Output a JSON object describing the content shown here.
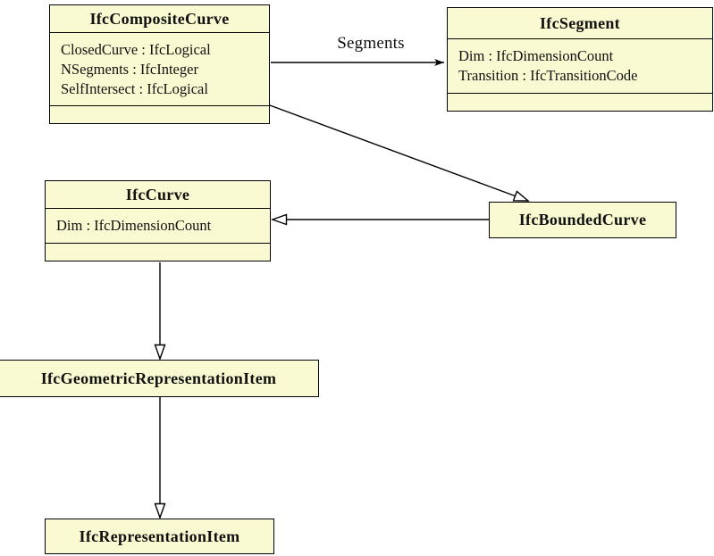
{
  "diagram": {
    "kind": "uml-class-diagram",
    "colors": {
      "node_fill": "#FAFAD2",
      "node_border": "#000000",
      "background": "#FFFFFF",
      "text": "#111111"
    },
    "nodes": {
      "composite": {
        "title": "IfcCompositeCurve",
        "attributes": [
          "ClosedCurve : IfcLogical",
          "NSegments : IfcInteger",
          "SelfIntersect : IfcLogical"
        ]
      },
      "segment": {
        "title": "IfcSegment",
        "attributes": [
          "Dim : IfcDimensionCount",
          "Transition : IfcTransitionCode"
        ]
      },
      "curve": {
        "title": "IfcCurve",
        "attributes": [
          "Dim : IfcDimensionCount"
        ]
      },
      "bounded": {
        "title": "IfcBoundedCurve"
      },
      "geometric": {
        "title": "IfcGeometricRepresentationItem"
      },
      "representation": {
        "title": "IfcRepresentationItem"
      }
    },
    "edges": [
      {
        "label": "Segments",
        "type": "association",
        "from": "IfcCompositeCurve",
        "to": "IfcSegment"
      },
      {
        "type": "inheritance",
        "from": "IfcCompositeCurve",
        "to": "IfcBoundedCurve"
      },
      {
        "type": "inheritance",
        "from": "IfcBoundedCurve",
        "to": "IfcCurve"
      },
      {
        "type": "inheritance",
        "from": "IfcCurve",
        "to": "IfcGeometricRepresentationItem"
      },
      {
        "type": "inheritance",
        "from": "IfcGeometricRepresentationItem",
        "to": "IfcRepresentationItem"
      }
    ]
  }
}
